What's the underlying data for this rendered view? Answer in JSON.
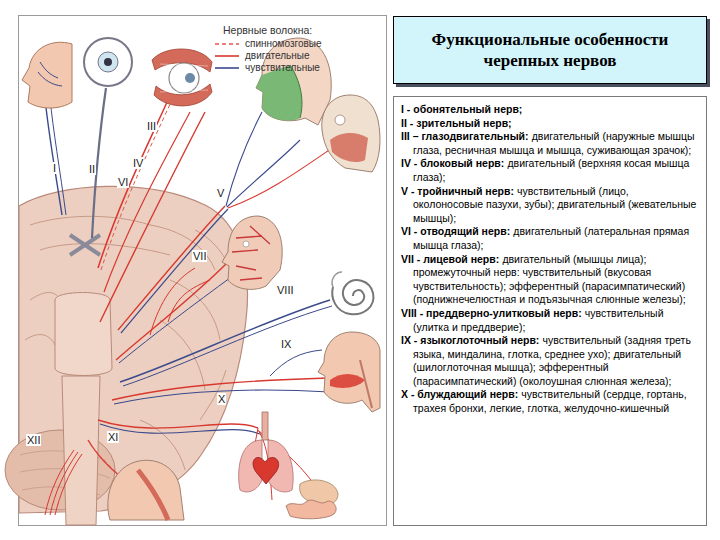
{
  "diagram": {
    "title": "Функциональные особенности черепных нервов",
    "nodes": [
      {
        "text": [
          "I - обонятельный нерв;",
          "II - зрительный нерв;",
          "III – глазодвигательный:",
          "двигательный (наружные мышцы глаза, ресничная мышца и мышца, суживающая зрачок);",
          "IV - блоковый нерв:",
          "двигательный (верхняя косая мышца глаза);",
          "V - тройничный нерв:",
          "чувствительный (лицо, околоносовые пазухи, зубы); двигательный (жевательные мышцы);",
          "VI - отводящий нерв:",
          "двигательный (латеральная прямая мышца глаза);",
          "VII - лицевой нерв:",
          "двигательный (мышцы лица); промежуточный нерв: чувствительный (вкусовая чувствительность); эфферентный (парасимпатический) (поднижнечелюстная и подъязычная слюнные железы);",
          "VIII - преддверно-улитковый нерв:",
          "чувствительный (улитка и преддверие);",
          "IX - языкоглоточный нерв:",
          "чувствительный (задняя треть языка, миндалина, глотка, среднее ухо); двигательный (шилоглоточная мышца); эфферентный (парасимпатический) (околоушная слюнная железа);",
          "X - блуждающий нерв:",
          "чувствительный (сердце, гортань, трахея бронхи, легкие, глотка, желудочно-кишечный"
        ]
      }
    ],
    "labels": [
      "Нервные волокна:",
      "I",
      "II",
      "III",
      "IV",
      "V",
      "VI",
      "VII",
      "VIII",
      "IX",
      "X",
      "XI",
      "XII"
    ],
    "legend": [
      {
        "text": "спинномозговые"
      },
      {
        "text": "двигательные"
      },
      {
        "text": "чувствительные"
      }
    ]
  }
}
